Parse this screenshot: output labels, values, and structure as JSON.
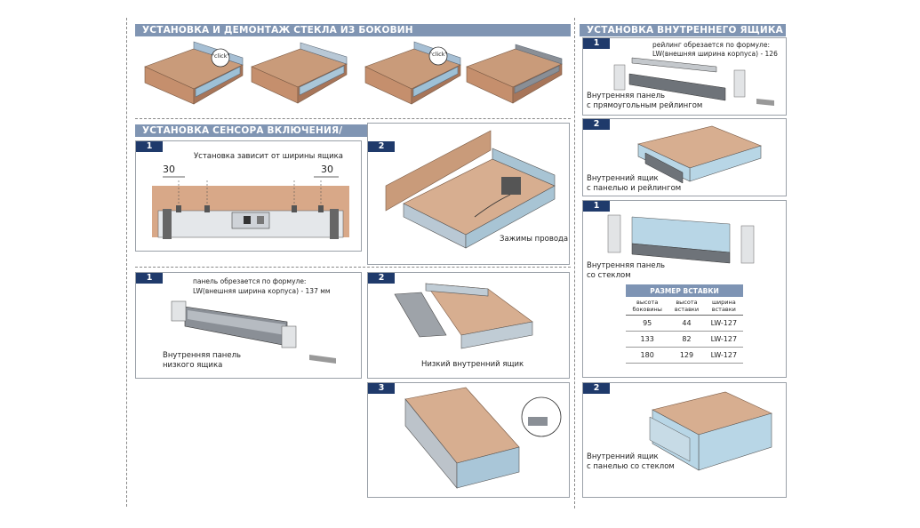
{
  "sections": {
    "glass_install": "УСТАНОВКА И ДЕМОНТАЖ СТЕКЛА ИЗ БОКОВИН",
    "sensor_install": "УСТАНОВКА СЕНСОРА ВКЛЮЧЕНИЯ/ВЫКЛЮЧЕНИЯ ПОДСВЕТКИ",
    "inner_drawer": "УСТАНОВКА ВНУТРЕННЕГО ЯЩИКА"
  },
  "glass_clicks": [
    "\"click\"",
    "\"click\""
  ],
  "sensor": {
    "step1_num": "1",
    "step1_text": "Установка зависит от ширины ящика",
    "dim_left": "30",
    "dim_right": "30",
    "step2_num": "2",
    "step2_label": "Зажимы провода"
  },
  "low_drawer": {
    "step1_num": "1",
    "formula_line1": "панель обрезается по формуле:",
    "formula_line2": "LW(внешняя ширина корпуса) - 137 мм",
    "panel_line1": "Внутренняя панель",
    "panel_line2": "низкого ящика",
    "step2_num": "2",
    "step2_label": "Низкий внутренний ящик",
    "step3_num": "3"
  },
  "inner": {
    "a1_num": "1",
    "a1_formula_line1": "рейлинг обрезается по формуле:",
    "a1_formula_line2": "LW(внешняя ширина корпуса) - 126 мм",
    "a1_label_line1": "Внутренняя панель",
    "a1_label_line2": "с прямоугольным рейлингом",
    "a2_num": "2",
    "a2_label_line1": "Внутренний ящик",
    "a2_label_line2": "с панелью и рейлингом",
    "b1_num": "1",
    "b1_label_line1": "Внутренняя панель",
    "b1_label_line2": "со стеклом",
    "b2_num": "2",
    "b2_label_line1": "Внутренний ящик",
    "b2_label_line2": "с панелью со стеклом"
  },
  "insert_table": {
    "title": "РАЗМЕР ВСТАВКИ",
    "headers": [
      [
        "высота",
        "боковины"
      ],
      [
        "высота",
        "вставки"
      ],
      [
        "ширина",
        "вставки"
      ]
    ],
    "rows": [
      [
        "95",
        "44",
        "LW-127"
      ],
      [
        "133",
        "82",
        "LW-127"
      ],
      [
        "180",
        "129",
        "LW-127"
      ]
    ]
  },
  "colors": {
    "header_bg": "#8095b3",
    "step_badge": "#1f3a6b",
    "wood": "#c99b7a",
    "glass": "#b8d6e6",
    "metal": "#8a8f96"
  }
}
